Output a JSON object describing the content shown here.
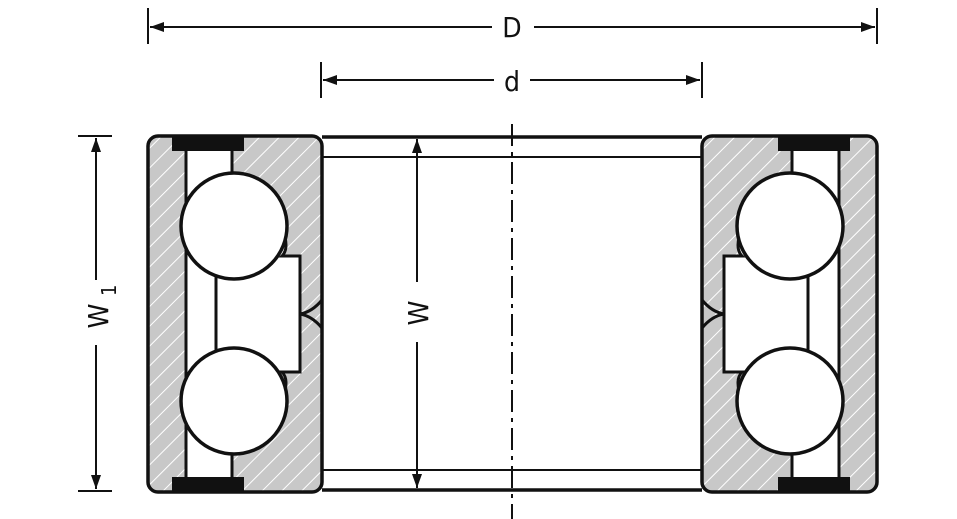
{
  "diagram": {
    "labels": {
      "outer_diameter": "D",
      "bore_diameter": "d",
      "inner_width": "W",
      "outer_width_main": "W",
      "outer_width_sub": "1"
    },
    "colors": {
      "stroke": "#111111",
      "section_fill": "#c8c8c8",
      "hatch": "#ffffff",
      "background": "#ffffff"
    }
  }
}
